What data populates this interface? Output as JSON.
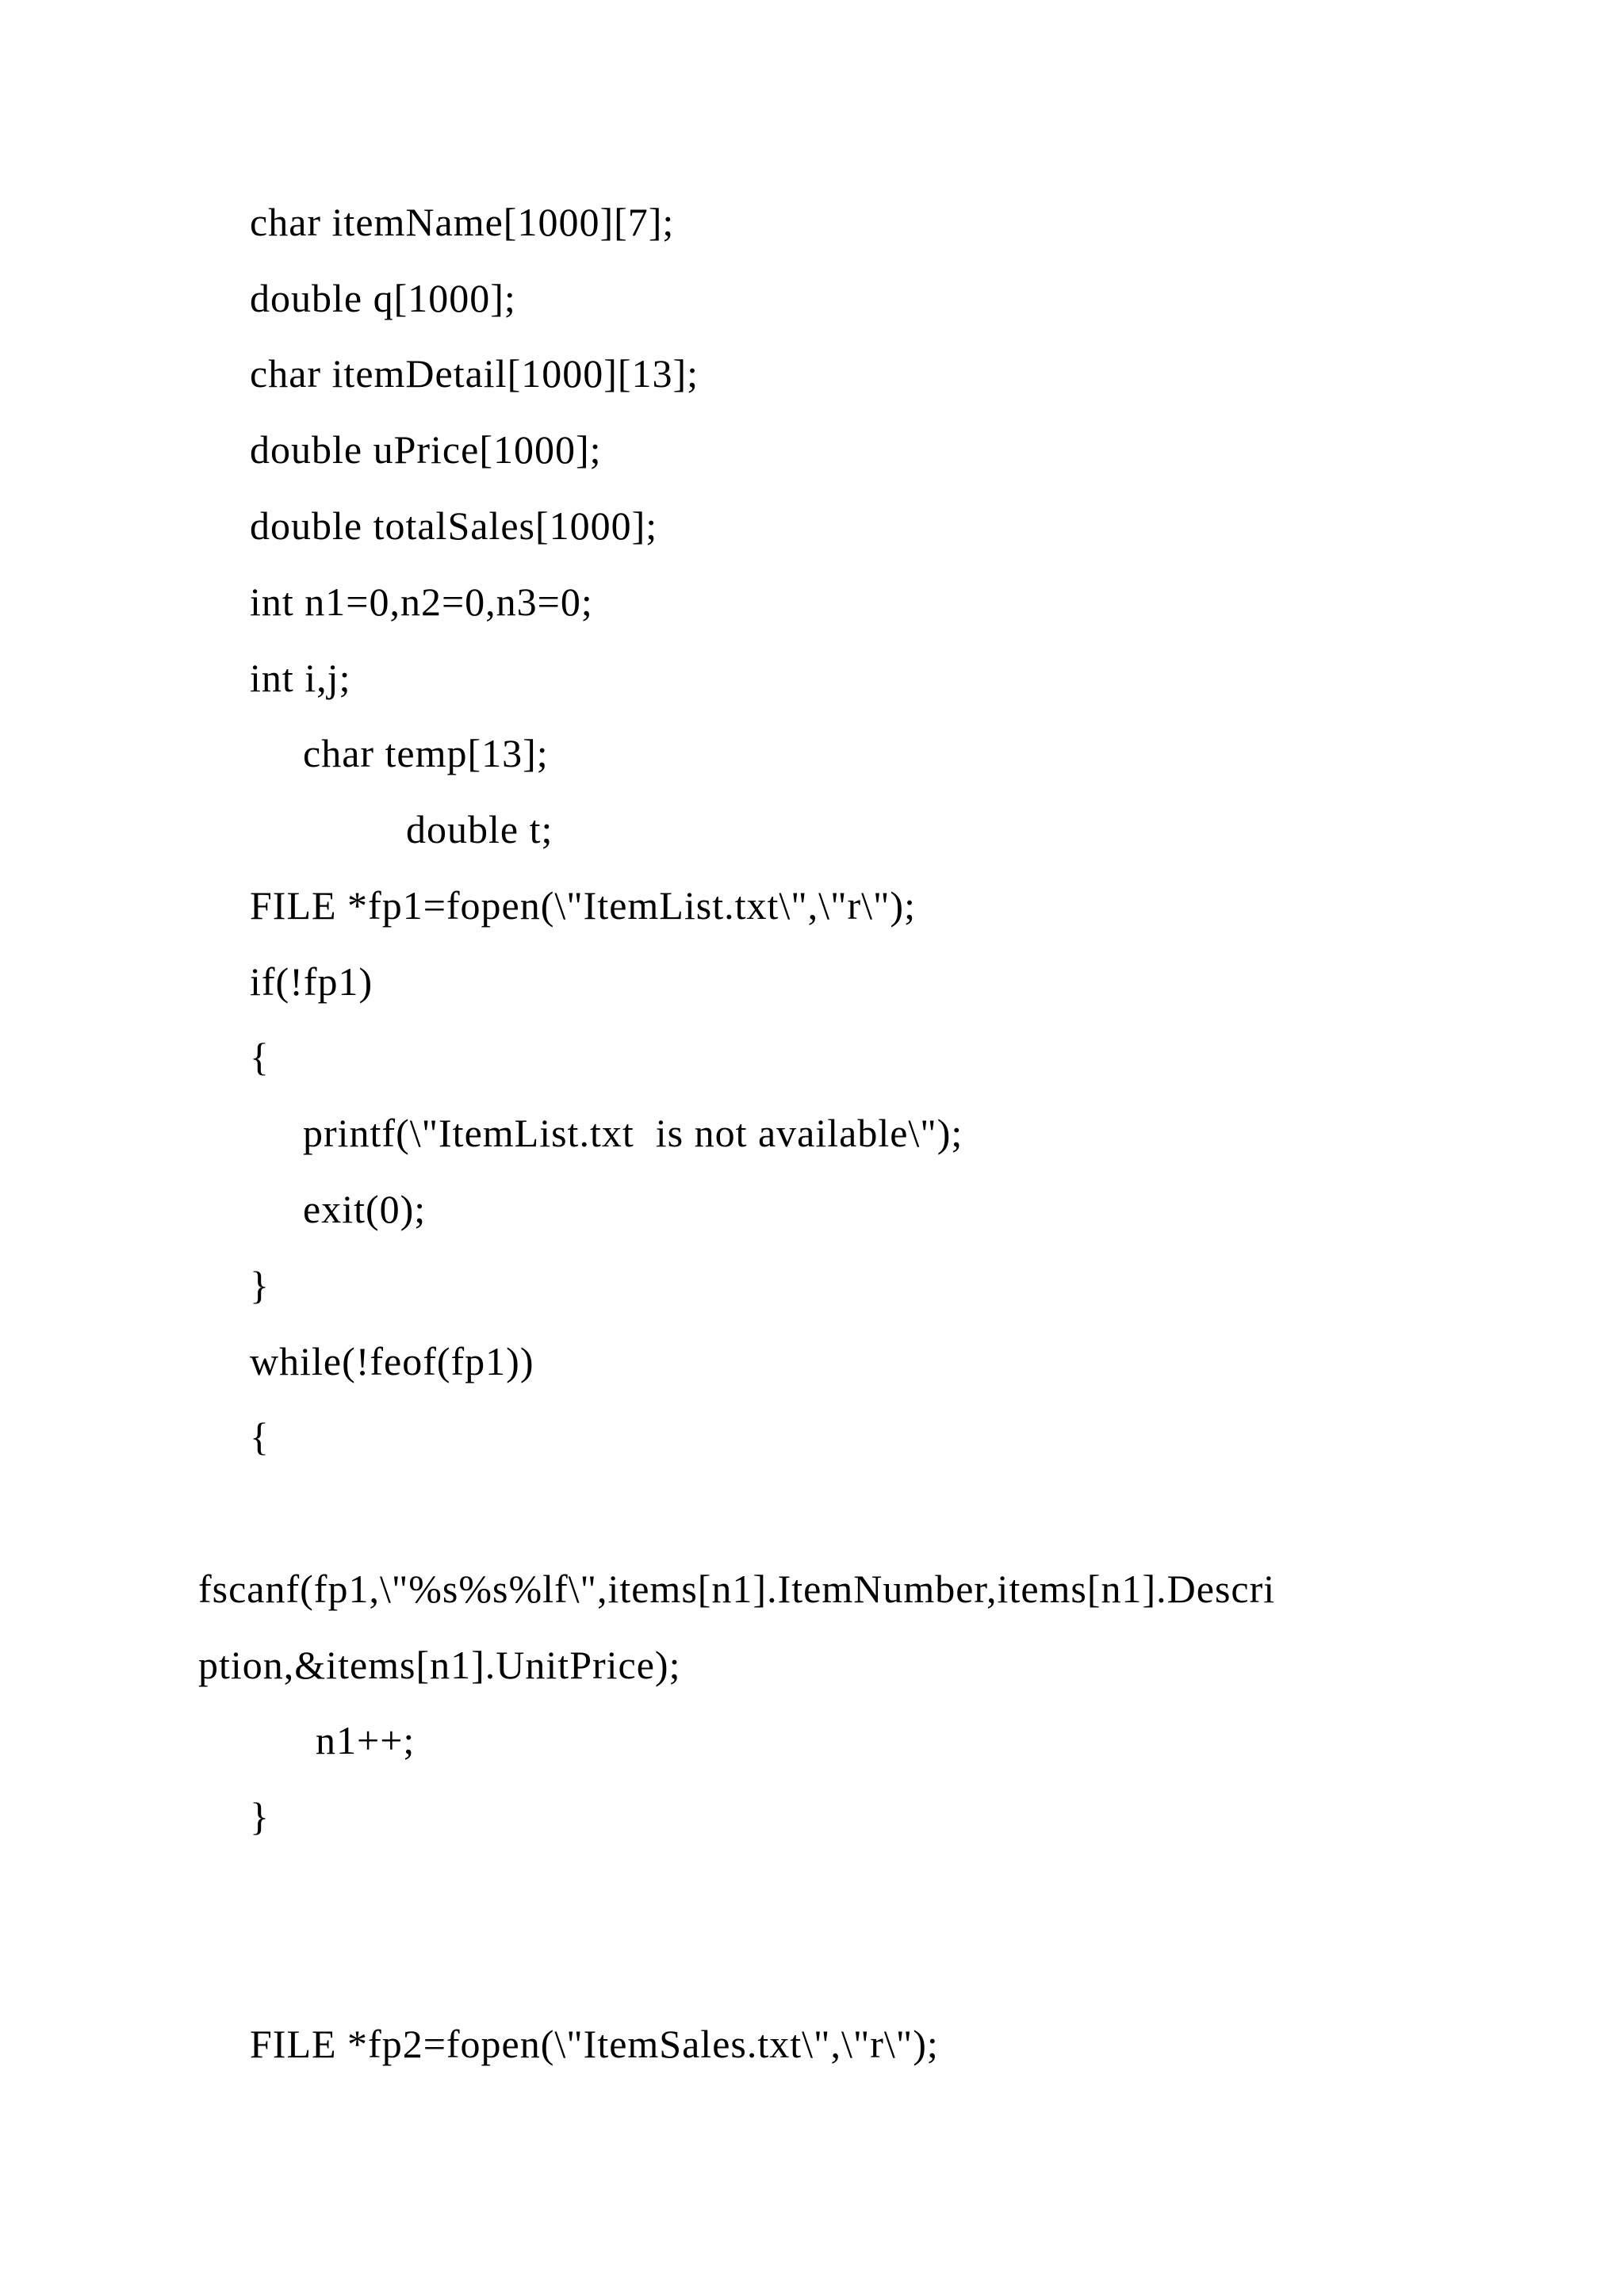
{
  "document": {
    "lines": [
      "char itemName[1000][7];",
      "double q[1000];",
      "char itemDetail[1000][13];",
      "double uPrice[1000];",
      "double totalSales[1000];",
      "int n1=0,n2=0,n3=0;",
      "int i,j;",
      "char temp[13];",
      "double t;",
      "FILE *fp1=fopen(\\\"ItemList.txt\\\",\\\"r\\\");",
      "if(!fp1)",
      "{",
      "printf(\\\"ItemList.txt  is not available\\\");",
      "exit(0);",
      "}",
      "while(!feof(fp1))",
      "{",
      "fscanf(fp1,\\\"%s%s%lf\\\",items[n1].ItemNumber,items[n1].Descri",
      "ption,&items[n1].UnitPrice);",
      "n1++;",
      "}",
      "FILE *fp2=fopen(\\\"ItemSales.txt\\\",\\\"r\\\");"
    ]
  }
}
